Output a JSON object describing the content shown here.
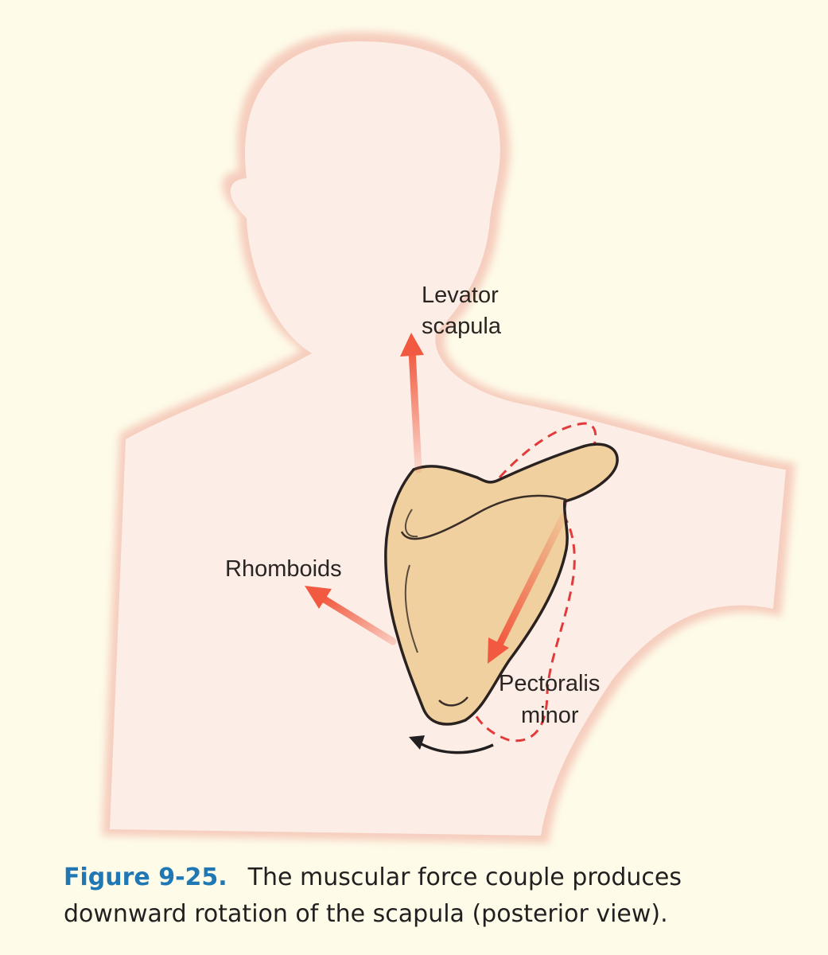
{
  "labels": {
    "levator_line1": "Levator",
    "levator_line2": "scapula",
    "rhomboids": "Rhomboids",
    "pectoralis_line1": "Pectoralis",
    "pectoralis_line2": "minor"
  },
  "caption": {
    "figure_number": "Figure 9-25.",
    "text": "The muscular force couple produces downward rotation of the scapula (posterior view)."
  },
  "colors": {
    "background": "#FEFBE9",
    "body_fill": "#FCEEE6",
    "body_edge": "#F6CDBE",
    "scapula_fill": "#F0D09E",
    "scapula_outline": "#2a2220",
    "force_arrow": "#F15A40",
    "dashed_outline": "#E23B3B",
    "rotation_arrow": "#231F20",
    "caption_label": "#1F77B4"
  },
  "icons": {
    "levator": "arrow-up-icon",
    "rhomboids": "arrow-up-left-icon",
    "pectoralis": "arrow-down-left-icon",
    "rotation": "curved-arrow-icon"
  }
}
